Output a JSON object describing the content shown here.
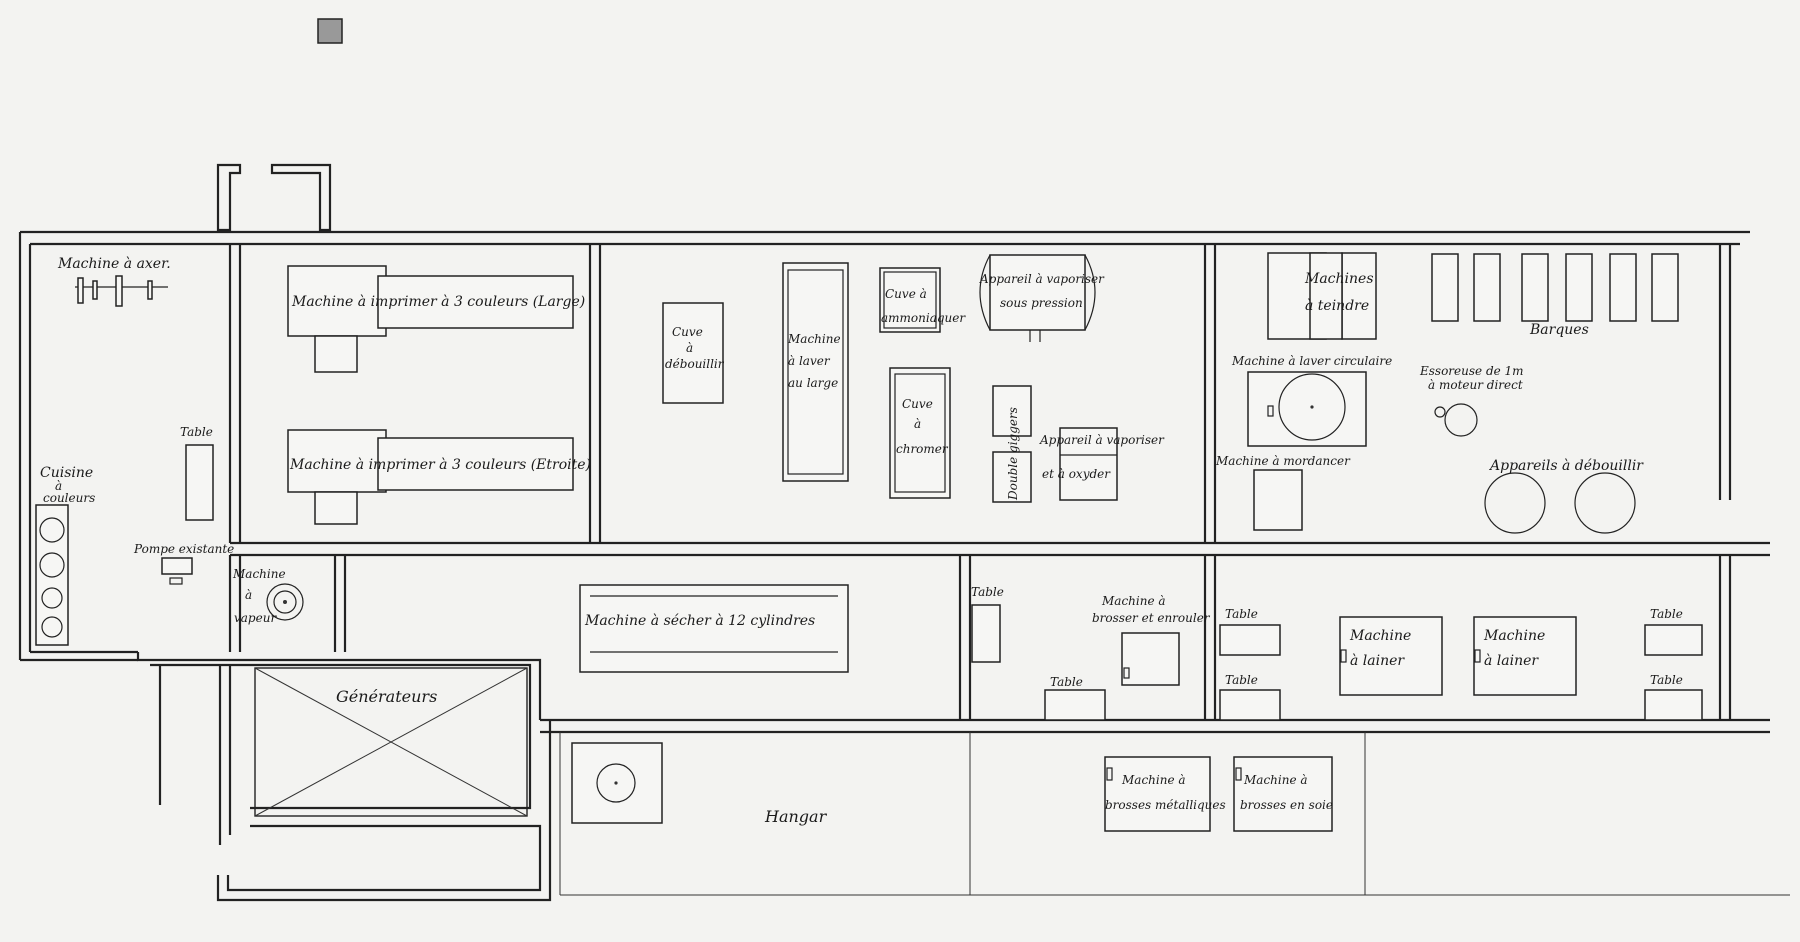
{
  "rooms": {
    "generateurs": "Générateurs",
    "hangar": "Hangar",
    "cuisine": "Cuisine",
    "cuisine_sub": "à",
    "cuisine_sub2": "couleurs",
    "barques": "Barques"
  },
  "machines": {
    "axer": "Machine à axer.",
    "imprimer_large": "Machine à imprimer à 3 couleurs (Large)",
    "imprimer_etroite": "Machine à imprimer à 3 couleurs (Etroite)",
    "cuve_bouillir_1": "Cuve",
    "cuve_bouillir_2": "à",
    "cuve_bouillir_3": "débouillir",
    "laver_large_1": "Machine",
    "laver_large_2": "à laver",
    "laver_large_3": "au large",
    "cuve_ammoniaquer_1": "Cuve à",
    "cuve_ammoniaquer_2": "ammoniaquer",
    "vaporiser_pression_1": "Appareil à vaporiser",
    "vaporiser_pression_2": "sous pression",
    "cuve_chromer_1": "Cuve",
    "cuve_chromer_2": "à",
    "cuve_chromer_3": "chromer",
    "double_giggers": "Double giggers",
    "vaporiser_oxyder_1": "Appareil à vaporiser",
    "vaporiser_oxyder_2": "et à oxyder",
    "teindre_1": "Machines",
    "teindre_2": "à teindre",
    "laver_circulaire": "Machine à laver circulaire",
    "essoreuse_1": "Essoreuse de 1m",
    "essoreuse_2": "à moteur direct",
    "mordancer": "Machine à mordancer",
    "appareils_debouillir": "Appareils à débouillir",
    "table": "Table",
    "pompe": "Pompe existante",
    "vapeur_1": "Machine",
    "vapeur_2": "à",
    "vapeur_3": "vapeur",
    "secher": "Machine à sécher à 12 cylindres",
    "brosser_1": "Machine à",
    "brosser_2": "brosser et enrouler",
    "lainer_1": "Machine",
    "lainer_2": "à lainer",
    "brosses_met_1": "Machine à",
    "brosses_met_2": "brosses métalliques",
    "brosses_soie_1": "Machine à",
    "brosses_soie_2": "brosses en soie"
  }
}
